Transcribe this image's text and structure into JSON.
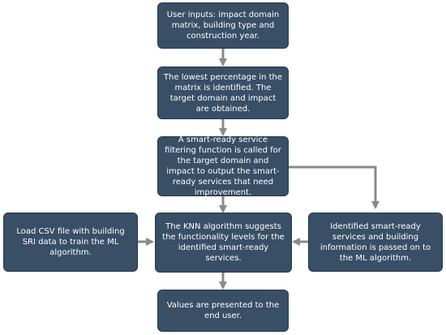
{
  "flowchart": {
    "steps": {
      "user_inputs": "User inputs: impact domain matrix, building type and construction year.",
      "lowest_percentage": "The lowest percentage in the matrix is identified. The target domain and impact are obtained.",
      "filtering_function": "A smart-ready service filtering function is called for the target domain and impact to output the smart-ready services that need improvement.",
      "load_csv": "Load CSV file with building SRI data to train the ML algorithm.",
      "knn_algorithm": "The KNN algorithm suggests the functionality levels for the identified smart-ready services.",
      "identified_services": "Identified smart-ready services and building information is passed on to the ML algorithm.",
      "values_presented": "Values are presented to the end user."
    },
    "colors": {
      "box_fill": "#384f66",
      "box_text": "#ffffff",
      "arrow": "#8a8a8a"
    }
  }
}
